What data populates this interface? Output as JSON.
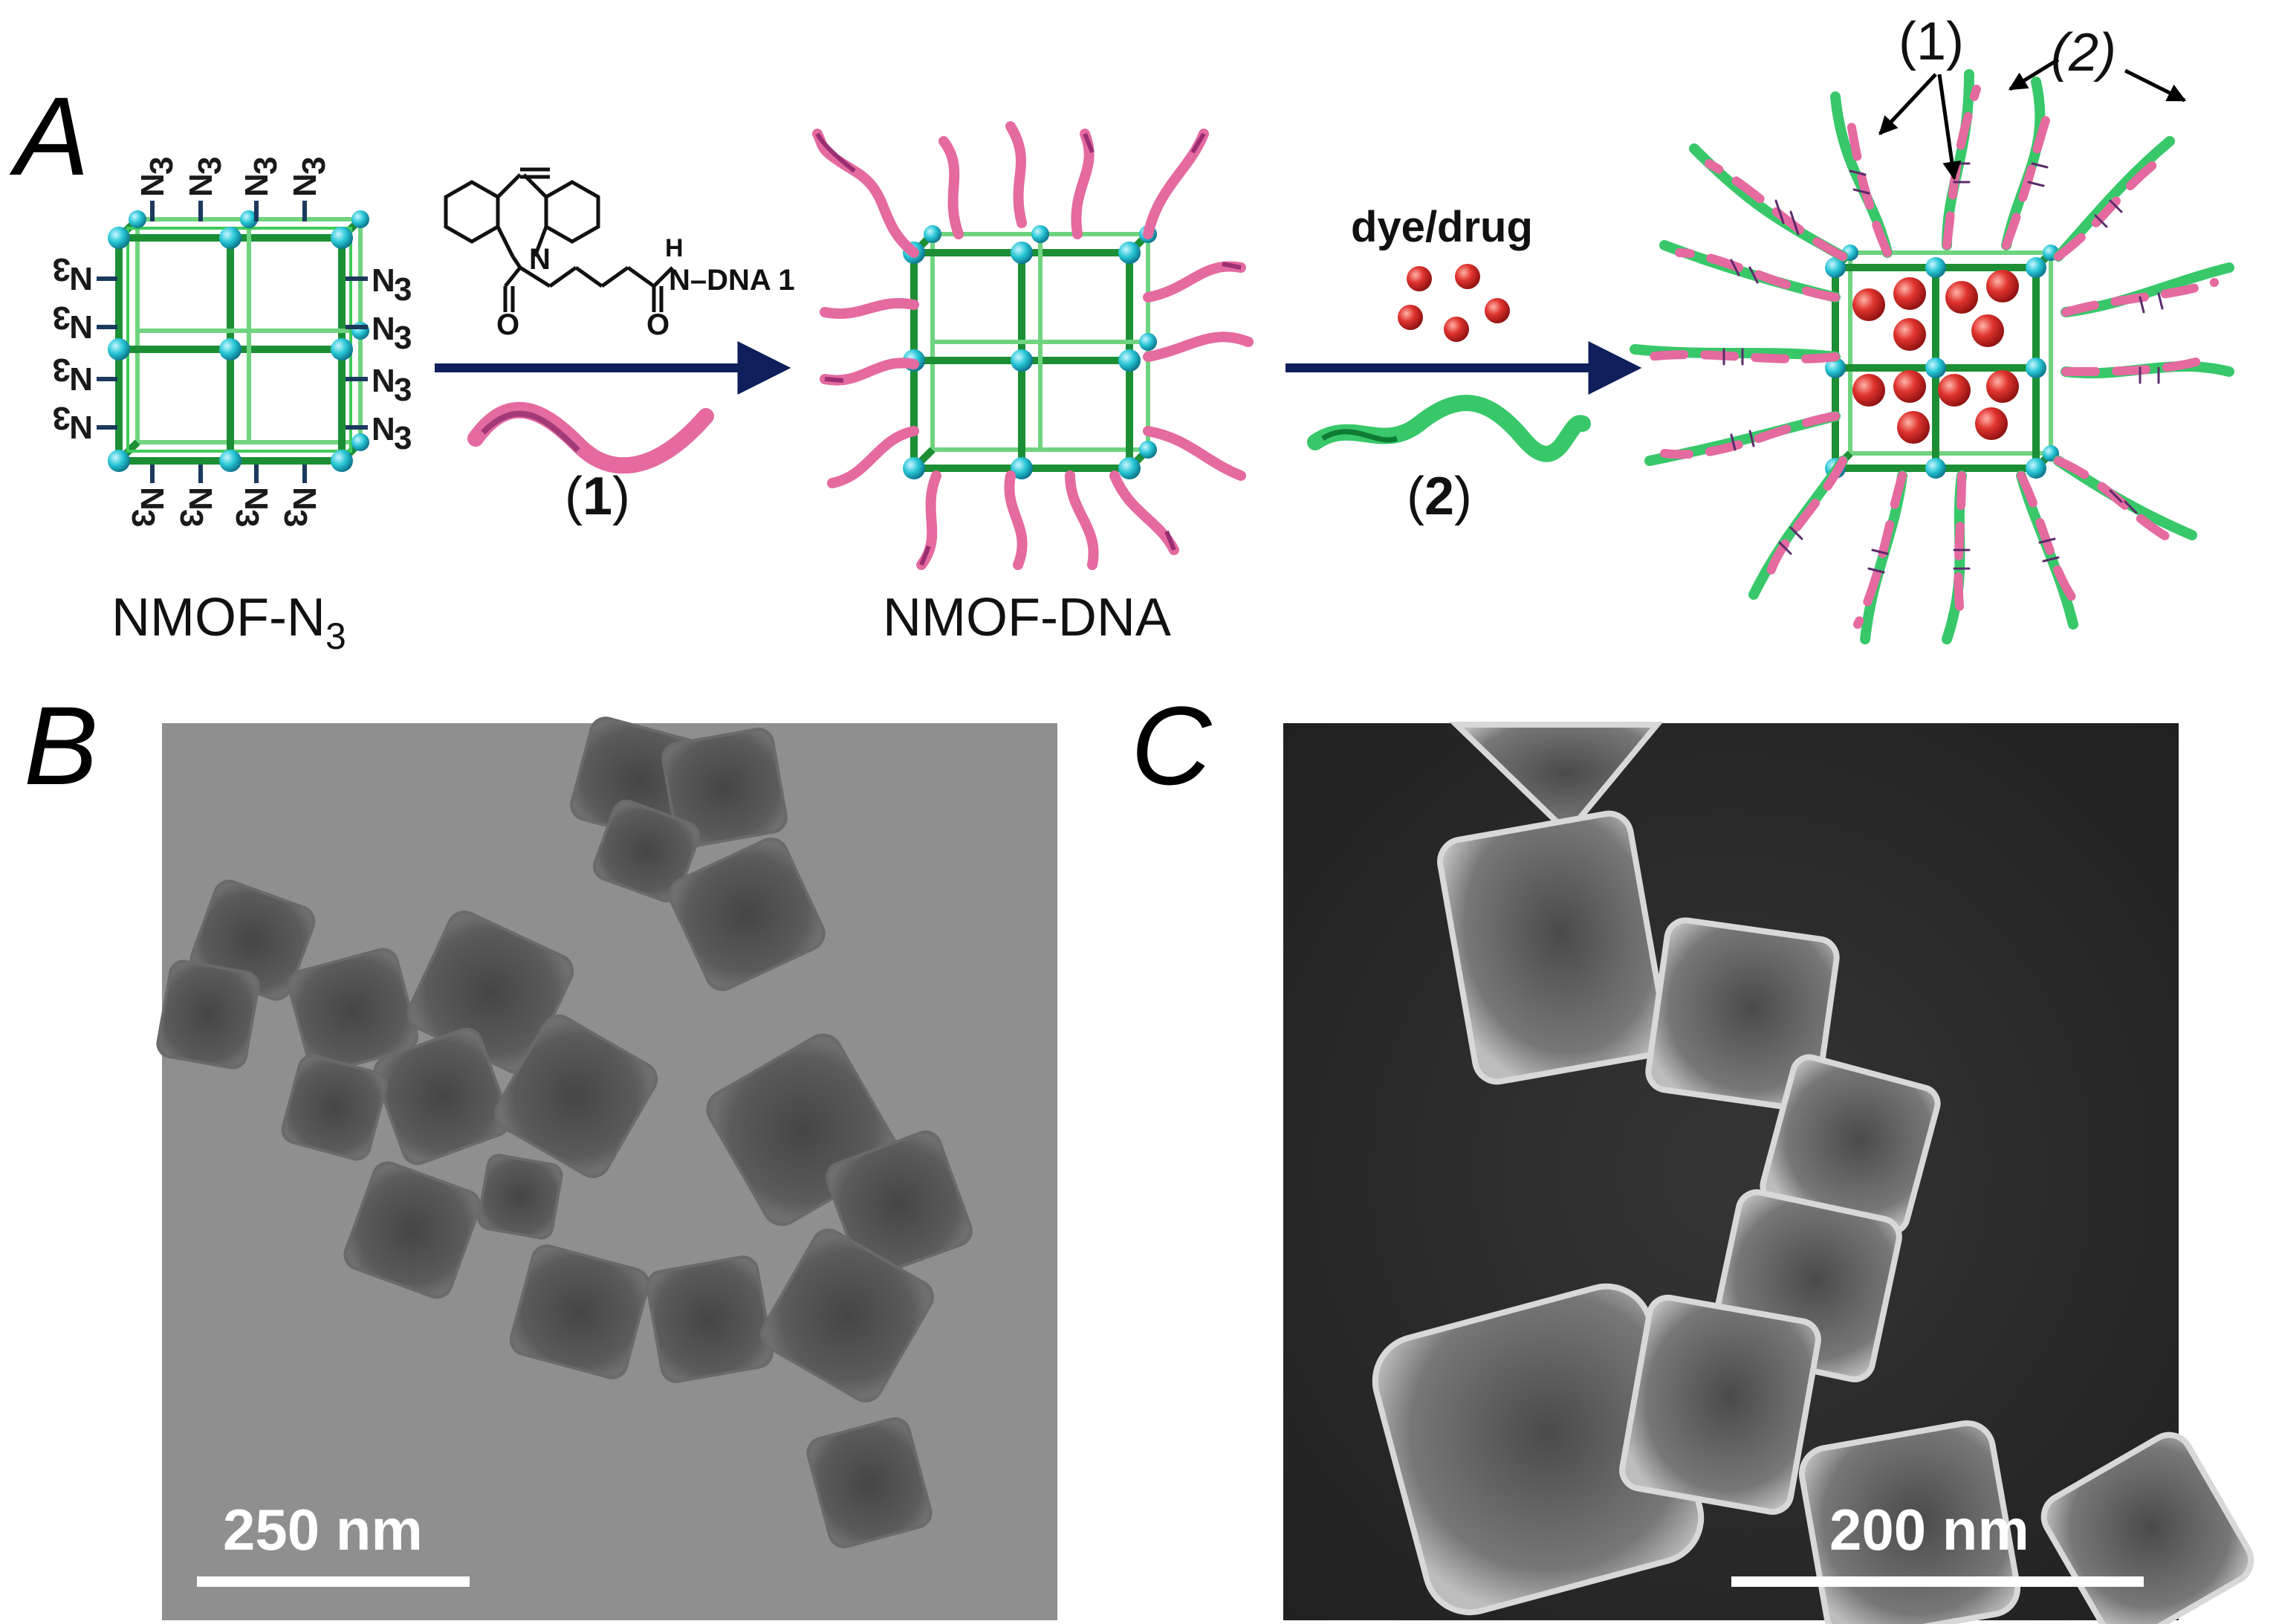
{
  "panels": {
    "a": {
      "letter": "A",
      "left_label_main": "NMOF-N",
      "left_label_sub": "3",
      "azide_main": "N",
      "azide_sub": "3",
      "reagent_label": "N–DNA 1",
      "reagent_h": "H",
      "reagent_n_ring": "N",
      "reagent_o1": "O",
      "reagent_o2": "O",
      "step1_label": {
        "open": "(",
        "num": "1",
        "close": ")"
      },
      "middle_label": "NMOF-DNA",
      "cargo_label": "dye/drug",
      "step2_label": {
        "open": "(",
        "num": "2",
        "close": ")"
      },
      "callout_1": "(1)",
      "callout_2": "(2)"
    },
    "b": {
      "letter": "B",
      "scale_bar": "250 nm"
    },
    "c": {
      "letter": "C",
      "scale_bar": "200 nm"
    }
  },
  "colors": {
    "framework_green": "#2fb84a",
    "node_cyan": "#27c6d6",
    "dna1_pink": "#e46aa0",
    "dna2_green": "#38c86a",
    "cargo_red": "#e0332e",
    "arrow_navy": "#0f1f5c",
    "tem_background": "#8f8f8f",
    "sem_background": "#2b2b2b"
  }
}
